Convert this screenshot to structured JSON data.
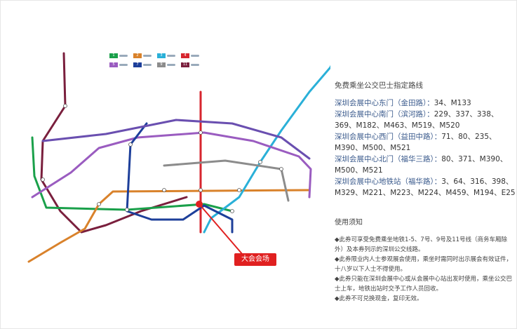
{
  "map": {
    "legend": [
      {
        "line": "1",
        "color": "#1aa04a"
      },
      {
        "line": "2",
        "color": "#d9822b"
      },
      {
        "line": "3",
        "color": "#2ab0d8"
      },
      {
        "line": "4",
        "color": "#d7262e"
      },
      {
        "line": "5",
        "color": "#9a5cc0"
      },
      {
        "line": "7",
        "color": "#1d3f9a"
      },
      {
        "line": "9",
        "color": "#8c8c8c"
      },
      {
        "line": "11",
        "color": "#7a1f3d"
      }
    ],
    "venue_label": "大会会场",
    "venue_color": "#e02020"
  },
  "bus": {
    "title": "免费乘坐公交巴士指定路线",
    "routes": [
      {
        "stop": "深圳会展中心东门（金田路）：",
        "lines": "34、M133"
      },
      {
        "stop": "深圳会展中心南门（滨河路）：",
        "lines": "229、337、338、369、M182、M463、M519、M520"
      },
      {
        "stop": "深圳会展中心西门（益田中路）：",
        "lines": "71、80、235、M390、M500、M521"
      },
      {
        "stop": "深圳会展中心北门（福华三路）：",
        "lines": "80、371、M390、M500、M521"
      },
      {
        "stop": "深圳会展中心地铁站（福华路）：",
        "lines": "3、64、316、398、M329、M221、M223、M224、M459、M194、E25"
      }
    ]
  },
  "notes": {
    "title": "使用须知",
    "items": [
      "◆此券可享受免费乘坐地铁1-5、7号、9号及11号线（商务车厢除外）及本券列示的深圳公交线路。",
      "◆此券限业内人士参观展会使用，乘坐时需同时出示展会有效证件，十八岁以下人士不得使用。",
      "◆此券只能在深圳会展中心或从会展中心站出发时使用，乘坐公交巴士上车，地铁出站时交予工作人员回收。",
      "◆此券不可兑换现金，复印无效。"
    ]
  }
}
